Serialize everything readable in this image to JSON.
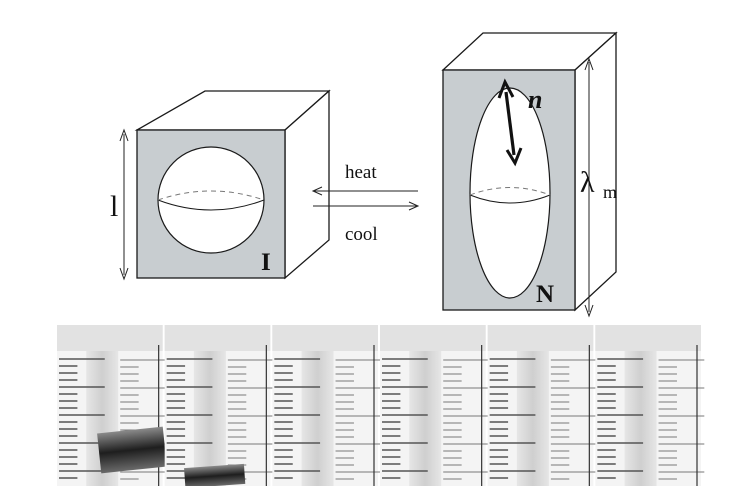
{
  "diagram": {
    "left_cube": {
      "dimension_label": "l",
      "phase_label": "I"
    },
    "right_cube": {
      "director_label": "n",
      "dimension_label": "λ",
      "dimension_subscript": "m",
      "phase_label": "N"
    },
    "transition": {
      "heat_label": "heat",
      "cool_label": "cool"
    }
  },
  "photo_strip": {
    "frame_count": 6
  },
  "colors": {
    "face_gray": "#c8cdd0",
    "outline": "#1a1a1a",
    "background": "#ffffff"
  }
}
